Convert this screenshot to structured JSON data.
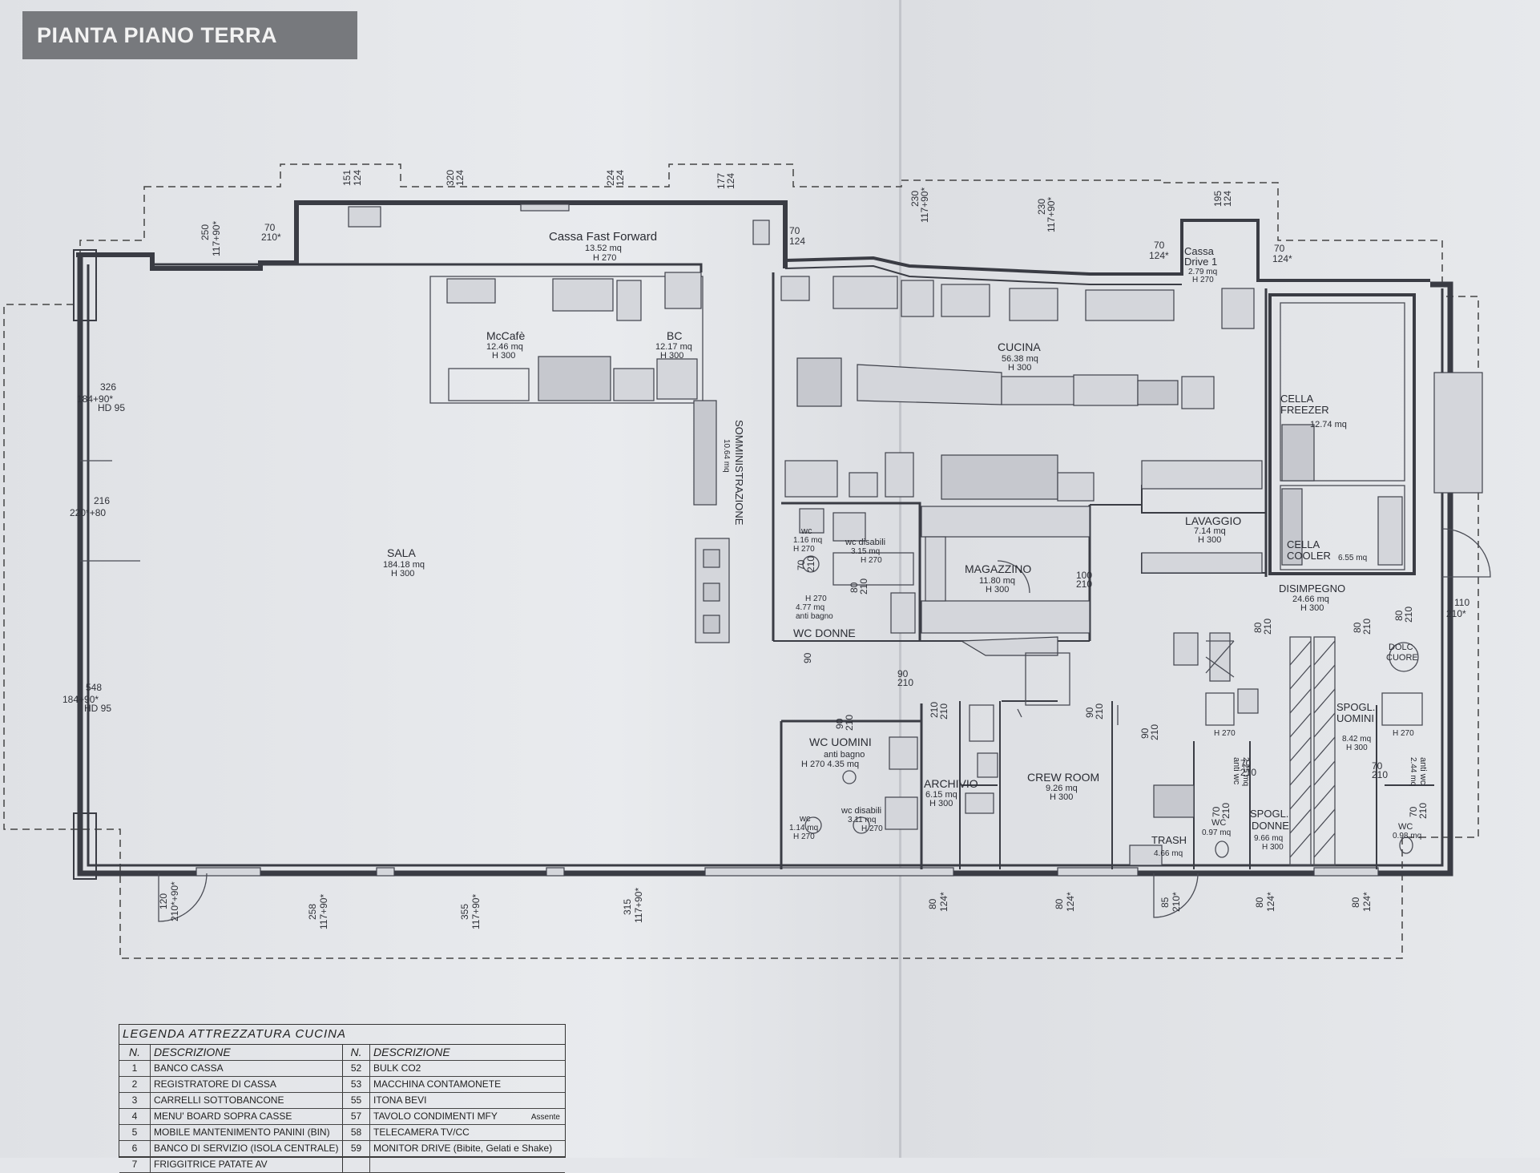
{
  "title": "PIANTA PIANO TERRA",
  "rooms": {
    "cassa_fast": {
      "name": "Cassa Fast Forward",
      "area": "13.52 mq",
      "h": "H 270"
    },
    "mccafe": {
      "name": "McCafè",
      "area": "12.46 mq",
      "h": "H 300"
    },
    "bc": {
      "name": "BC",
      "area": "12.17 mq",
      "h": "H 300"
    },
    "somministrazione": {
      "name": "SOMMINISTRAZIONE",
      "area": "10.64 mq"
    },
    "sala": {
      "name": "SALA",
      "area": "184.18 mq",
      "h": "H 300"
    },
    "cucina": {
      "name": "CUCINA",
      "area": "56.38 mq",
      "h": "H 300"
    },
    "cassa_drive": {
      "name1": "Cassa",
      "name2": "Drive 1",
      "area": "2.79 mq",
      "h": "H 270"
    },
    "cella_freezer": {
      "name1": "CELLA",
      "name2": "FREEZER",
      "area": "12.74 mq"
    },
    "cella_cooler": {
      "name1": "CELLA",
      "name2": "COOLER",
      "area": "6.55 mq"
    },
    "lavaggio": {
      "name": "LAVAGGIO",
      "area": "7.14 mq",
      "h": "H 300"
    },
    "disimpegno": {
      "name": "DISIMPEGNO",
      "area": "24.66 mq",
      "h": "H 300"
    },
    "magazzino": {
      "name": "MAGAZZINO",
      "area": "11.80 mq",
      "h": "H 300"
    },
    "wc_donne": {
      "name": "WC DONNE",
      "wc": "wc",
      "wc_area": "1.16 mq",
      "wc_h": "H 270",
      "dis": "wc disabili",
      "dis_area": "3.15 mq",
      "dis_h": "H 270",
      "ab_h": "H 270",
      "ab_area": "4.77 mq",
      "ab": "anti bagno"
    },
    "wc_uomini": {
      "name": "WC UOMINI",
      "ab": "anti bagno",
      "ab_line": "H 270 4.35 mq",
      "wc": "wc",
      "wc_area": "1.14 mq",
      "wc_h": "H 270",
      "dis": "wc disabili",
      "dis_area": "3.11 mq",
      "dis_h": "H 270"
    },
    "archivio": {
      "name": "ARCHIVIO",
      "area": "6.15 mq",
      "h": "H 300"
    },
    "crew_room": {
      "name": "CREW ROOM",
      "area": "9.26 mq",
      "h": "H 300"
    },
    "trash": {
      "name": "TRASH",
      "area": "4.66 mq"
    },
    "spogl_uomini": {
      "name1": "SPOGL.",
      "name2": "UOMINI",
      "area": "8.42 mq",
      "h": "H 300"
    },
    "spogl_donne": {
      "name1": "SPOGL.",
      "name2": "DONNE",
      "area": "9.66 mq",
      "h": "H 300"
    },
    "wc_a": {
      "name": "WC",
      "area": "0.97 mq"
    },
    "wc_b": {
      "name": "WC",
      "area": "0.98 mq"
    },
    "anti_a": {
      "name": "anti wc",
      "area": "2.25 mq"
    },
    "anti_b": {
      "name": "anti wc",
      "area": "2.44 mq"
    },
    "dolce": {
      "name1": "DOLC",
      "name2": "CUORE"
    },
    "h270a": "H 270",
    "h270b": "H 270"
  },
  "dimensions": {
    "top": [
      "250",
      "117+90*",
      "70",
      "210*",
      "151",
      "124",
      "320",
      "124",
      "224",
      "124",
      "177",
      "124",
      "70",
      "124",
      "230",
      "117+90*",
      "230",
      "117+90*",
      "70",
      "124*",
      "195",
      "124",
      "70",
      "124*"
    ],
    "left": [
      "326",
      "184+90*",
      "216",
      "220*+80",
      "548",
      "184+90*"
    ],
    "bottom": [
      "120",
      "210*+90*",
      "258",
      "117+90*",
      "355",
      "117+90*",
      "315",
      "117+90*",
      "80",
      "124*",
      "80",
      "124*",
      "85",
      "210*",
      "80",
      "124*",
      "80",
      "124*"
    ],
    "right": [
      "110",
      "210*"
    ],
    "interior": [
      "100",
      "210",
      "90",
      "210",
      "90",
      "210",
      "90",
      "210",
      "70",
      "210",
      "90",
      "210",
      "90",
      "210",
      "80",
      "210",
      "80",
      "210",
      "80",
      "210",
      "70",
      "210",
      "70",
      "210",
      "70",
      "210",
      "70",
      "210",
      "70",
      "210",
      "80",
      "210"
    ],
    "hd": "HD 95"
  },
  "legend": {
    "title": "LEGENDA ATTREZZATURA CUCINA",
    "col_n": "N.",
    "col_desc": "DESCRIZIONE",
    "rows": [
      {
        "n1": "1",
        "d1": "BANCO CASSA",
        "n2": "52",
        "d2": "BULK CO2",
        "note": ""
      },
      {
        "n1": "2",
        "d1": "REGISTRATORE DI CASSA",
        "n2": "53",
        "d2": "MACCHINA CONTAMONETE",
        "note": ""
      },
      {
        "n1": "3",
        "d1": "CARRELLI SOTTOBANCONE",
        "n2": "55",
        "d2": "ITONA BEVI",
        "note": ""
      },
      {
        "n1": "4",
        "d1": "MENU' BOARD SOPRA CASSE",
        "n2": "57",
        "d2": "TAVOLO CONDIMENTI MFY",
        "note": "Assente"
      },
      {
        "n1": "5",
        "d1": "MOBILE MANTENIMENTO PANINI (BIN)",
        "n2": "58",
        "d2": "TELECAMERA TV/CC",
        "note": ""
      },
      {
        "n1": "6",
        "d1": "BANCO DI SERVIZIO (ISOLA CENTRALE)",
        "n2": "59",
        "d2": "MONITOR DRIVE (Bibite, Gelati e Shake)",
        "note": ""
      },
      {
        "n1": "7",
        "d1": "FRIGGITRICE PATATE AV",
        "n2": "",
        "d2": "",
        "note": ""
      }
    ]
  }
}
